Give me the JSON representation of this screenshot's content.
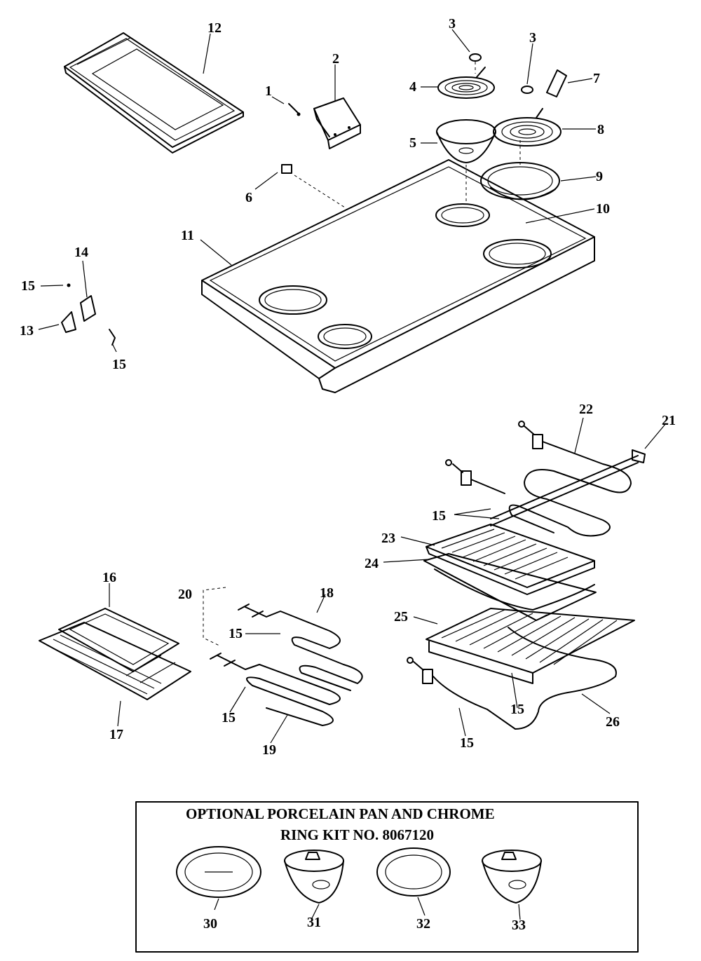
{
  "kit_box": {
    "title_line1": "OPTIONAL PORCELAIN PAN AND CHROME",
    "title_line2": "RING KIT NO. 8067120"
  },
  "callouts": {
    "c1": "1",
    "c2": "2",
    "c3a": "3",
    "c3b": "3",
    "c4": "4",
    "c5": "5",
    "c6": "6",
    "c7": "7",
    "c8": "8",
    "c9": "9",
    "c10": "10",
    "c11": "11",
    "c12": "12",
    "c13": "13",
    "c14": "14",
    "c15a": "15",
    "c15b": "15",
    "c15c": "15",
    "c15d": "15",
    "c15e": "15",
    "c15f": "15",
    "c15g": "15",
    "c16": "16",
    "c17": "17",
    "c18": "18",
    "c19": "19",
    "c20": "20",
    "c21": "21",
    "c22": "22",
    "c23": "23",
    "c24": "24",
    "c25": "25",
    "c26": "26",
    "c30": "30",
    "c31": "31",
    "c32": "32",
    "c33": "33"
  }
}
